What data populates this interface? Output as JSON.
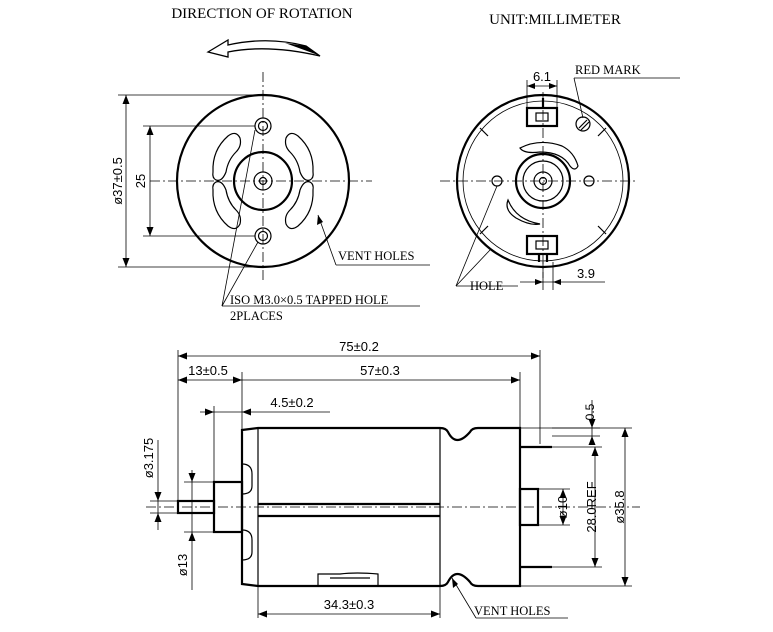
{
  "titles": {
    "rotation": "DIRECTION OF ROTATION",
    "unit": "UNIT:MILLIMETER"
  },
  "front_view": {
    "dim_diameter": "ø37±0.5",
    "dim_hole_spacing": "25",
    "vent_label": "VENT HOLES",
    "tapped_hole_label": "ISO M3.0×0.5 TAPPED HOLE",
    "tapped_hole_qty": "2PLACES"
  },
  "rear_view": {
    "dim_terminal_width": "6.1",
    "red_mark_label": "RED MARK",
    "hole_label": "HOLE",
    "dim_terminal_offset": "3.9"
  },
  "side_view": {
    "dim_overall": "75±0.2",
    "dim_shaft": "13±0.5",
    "dim_body": "57±0.3",
    "dim_boss_len": "4.5±0.2",
    "dim_shaft_dia": "ø3.175",
    "dim_boss_dia": "ø13",
    "dim_can_len": "34.3±0.3",
    "vent_label": "VENT HOLES",
    "dim_small": "0.5",
    "dim_bearing": "ø10",
    "dim_terminal_ref": "28.0REF",
    "dim_body_dia": "ø35.8"
  }
}
